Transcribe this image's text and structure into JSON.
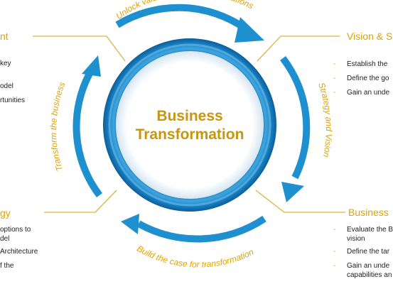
{
  "center": {
    "line1": "Business",
    "line2": "Transformation"
  },
  "arcs": {
    "top": "Unlock value and identify innovations",
    "right": "Strategy and Vision",
    "bottom": "Build the case for transformation",
    "left": "Transform the business"
  },
  "panels": {
    "top_left": {
      "heading": "nt",
      "bullets": [
        "key",
        "odel",
        "rtunities"
      ]
    },
    "top_right": {
      "heading": "Vision & S",
      "bullets": [
        "Establish the",
        "Define the go",
        "Gain an unde"
      ]
    },
    "bottom_left": {
      "heading": "gy",
      "bullets": [
        "options to",
        "del",
        "Architecture",
        "f the"
      ]
    },
    "bottom_right": {
      "heading": "Business",
      "bullets": [
        "Evaluate the B",
        "vision",
        "Define the tar",
        "Gain an unde",
        "capabilities an"
      ]
    }
  },
  "colors": {
    "arrow": "#1E90D0",
    "ring": "#1B7FC0",
    "accent": "#E0A300",
    "title": "#C8960C"
  }
}
